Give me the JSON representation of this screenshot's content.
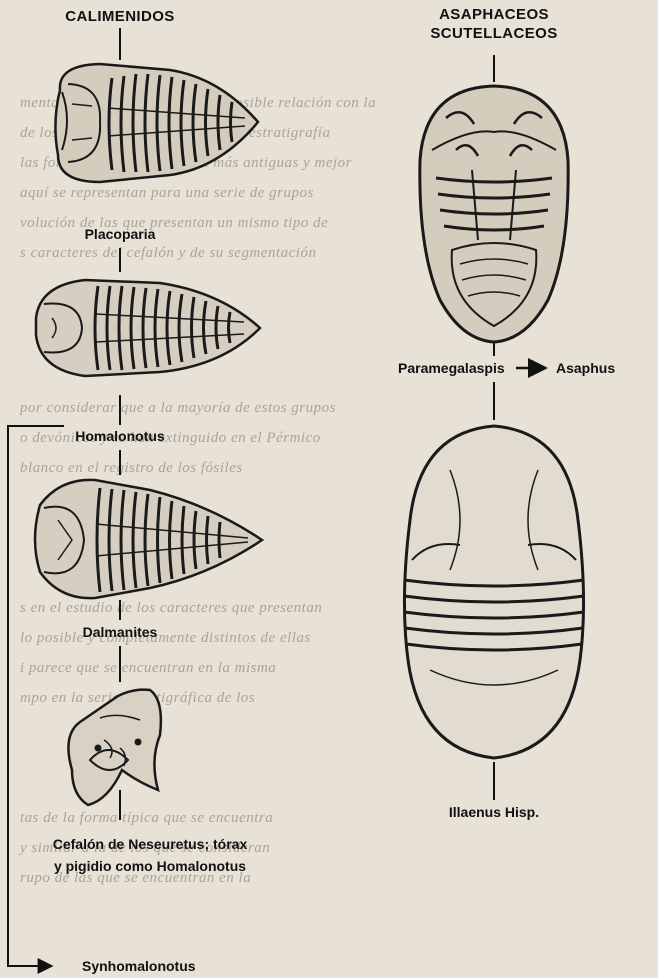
{
  "headings": {
    "left": "CALIMENIDOS",
    "right_line1": "ASAPHACEOS",
    "right_line2": "SCUTELLACEOS"
  },
  "labels": {
    "placoparia": "Placoparia",
    "homalonotus": "Homalonotus",
    "dalmanites": "Dalmanites",
    "neseuretus_line1": "Cefalón de Neseuretus; tórax",
    "neseuretus_line2": "y pigidio como Homalonotus",
    "synhomalonotus": "Synhomalonotus",
    "paramegalaspis": "Paramegalaspis",
    "asaphus": "Asaphus",
    "illaenus": "Illaenus Hisp."
  }
}
